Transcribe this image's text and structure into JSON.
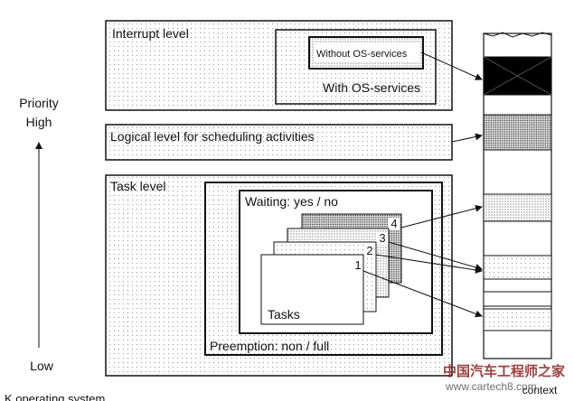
{
  "priority_axis": {
    "title": "Priority",
    "high": "High",
    "low": "Low"
  },
  "levels": {
    "interrupt": {
      "title": "Interrupt level",
      "with_os": "With OS-services",
      "without_os": "Without OS-services"
    },
    "logical": {
      "title": "Logical level for scheduling activities"
    },
    "task": {
      "title": "Task level",
      "preemption": "Preemption: non / full",
      "waiting": "Waiting: yes / no",
      "tasks_label": "Tasks",
      "task_numbers": [
        "1",
        "2",
        "3",
        "4"
      ]
    }
  },
  "footer_caption": "K operating system",
  "context_label": "context",
  "watermark": {
    "line1": "中国汽车工程师之家",
    "line2": "www.cartech8.com"
  }
}
